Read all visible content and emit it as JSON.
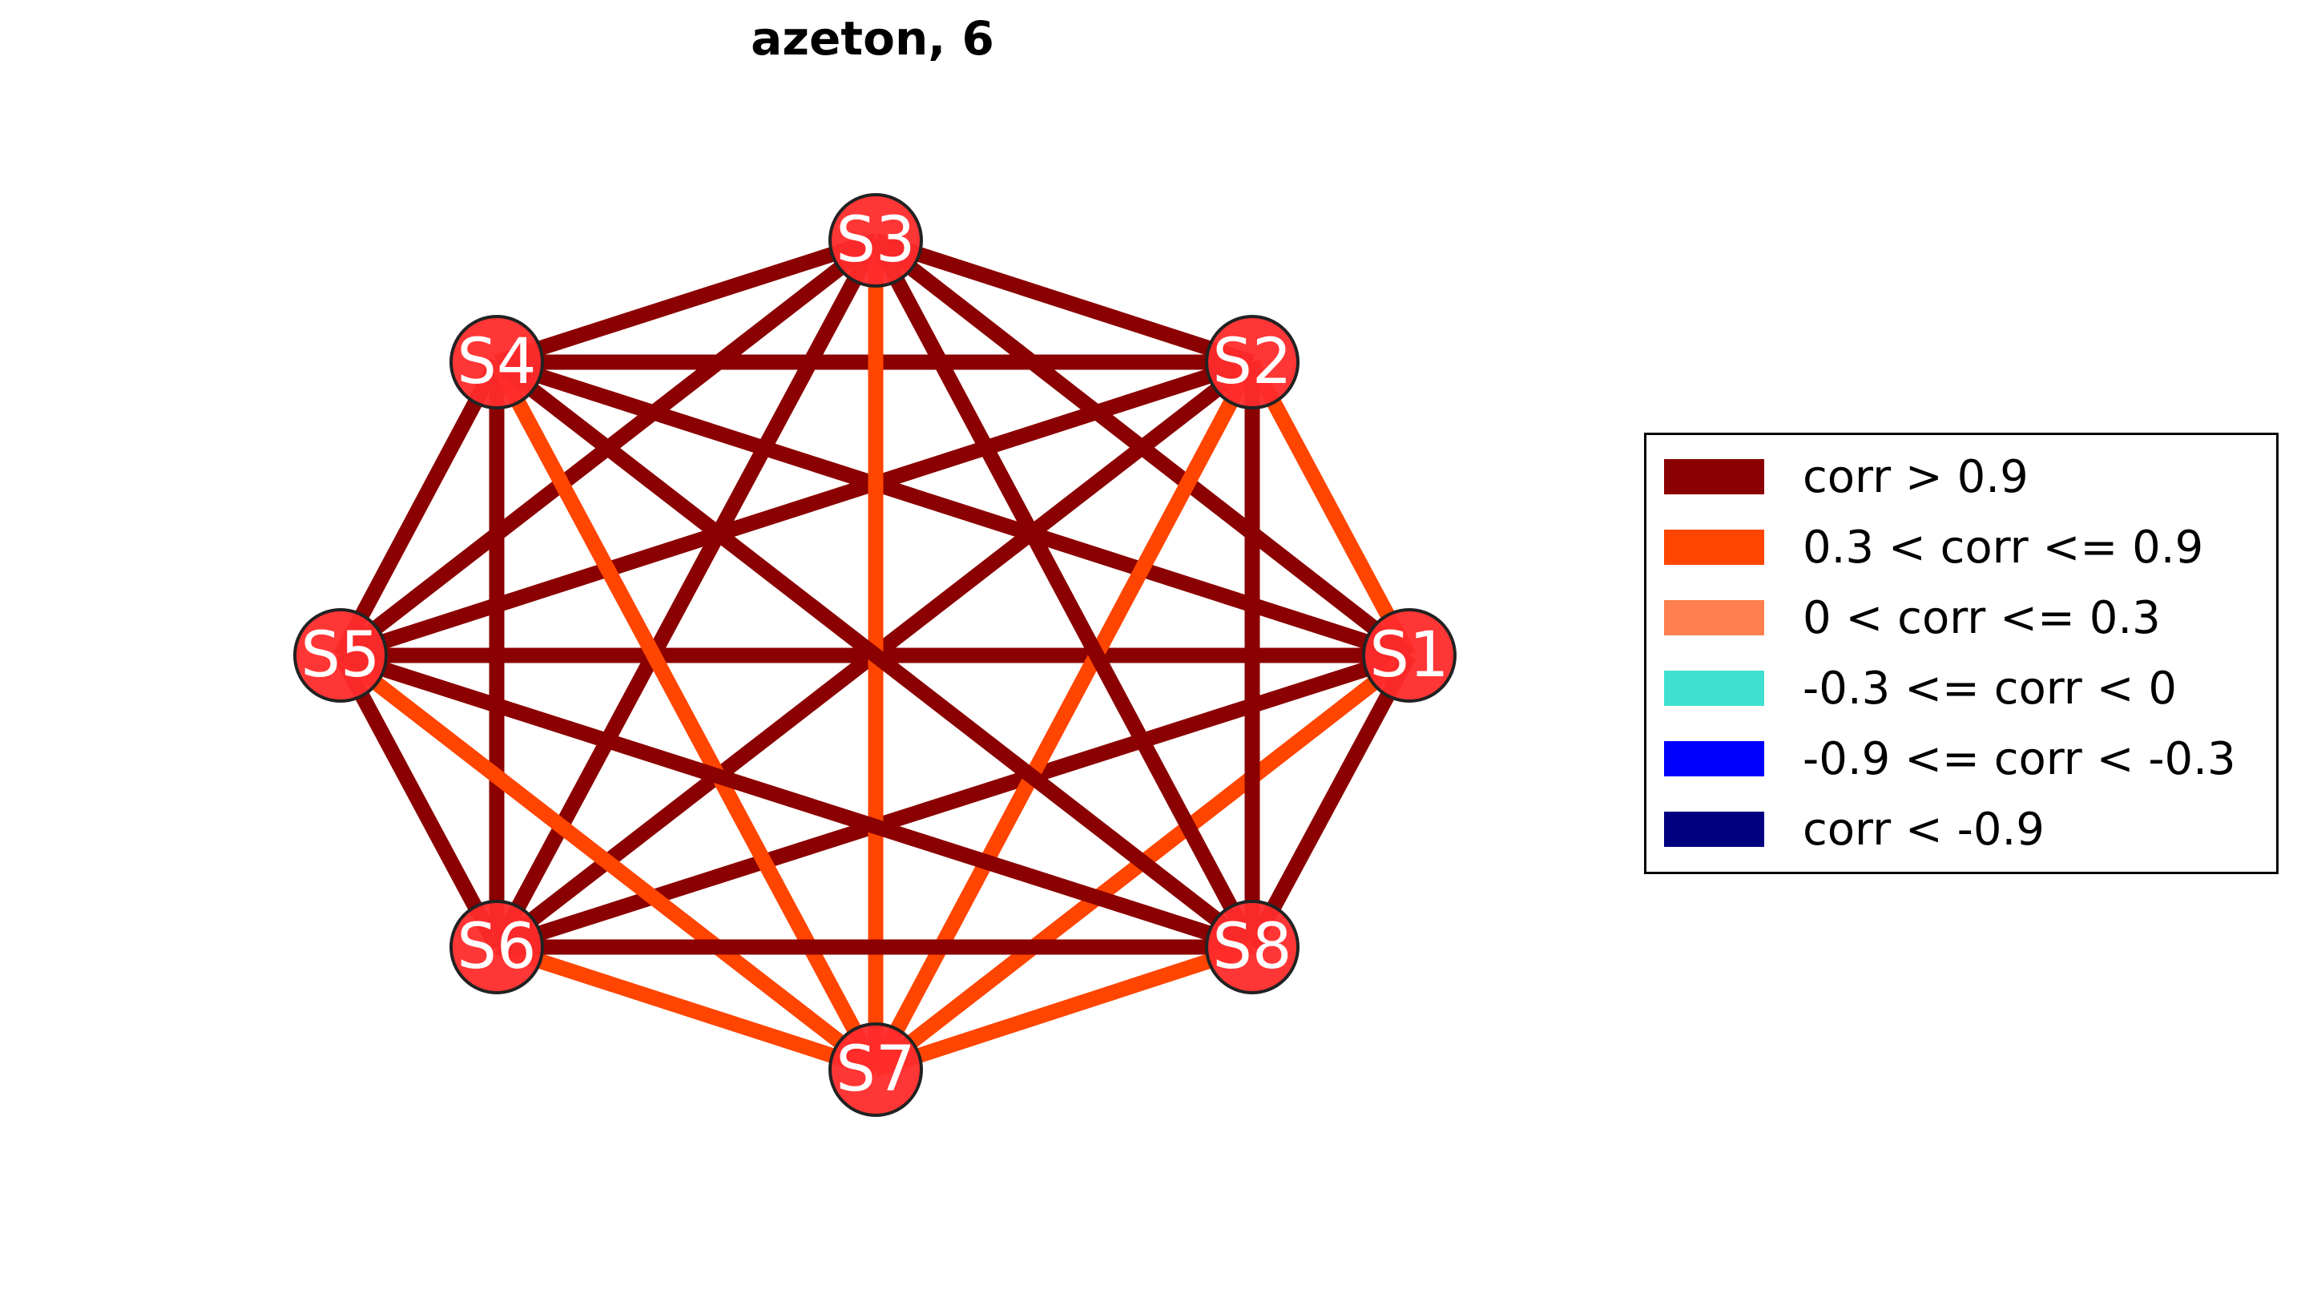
{
  "title": "azeton, 6",
  "colors": {
    "strong_pos": "#8b0000",
    "mid_pos": "#ff4500",
    "weak_pos": "#ff7f50",
    "weak_neg": "#40e0d0",
    "mid_neg": "#0000ff",
    "strong_neg": "#000080",
    "node_fill": "#ff2b2b",
    "node_stroke": "#222222"
  },
  "nodes": [
    {
      "id": "S1",
      "label": "S1"
    },
    {
      "id": "S2",
      "label": "S2"
    },
    {
      "id": "S3",
      "label": "S3"
    },
    {
      "id": "S4",
      "label": "S4"
    },
    {
      "id": "S5",
      "label": "S5"
    },
    {
      "id": "S6",
      "label": "S6"
    },
    {
      "id": "S7",
      "label": "S7"
    },
    {
      "id": "S8",
      "label": "S8"
    }
  ],
  "edges": [
    {
      "from": "S1",
      "to": "S2",
      "category": "mid_pos"
    },
    {
      "from": "S1",
      "to": "S3",
      "category": "strong_pos"
    },
    {
      "from": "S1",
      "to": "S4",
      "category": "strong_pos"
    },
    {
      "from": "S1",
      "to": "S5",
      "category": "strong_pos"
    },
    {
      "from": "S1",
      "to": "S6",
      "category": "strong_pos"
    },
    {
      "from": "S1",
      "to": "S7",
      "category": "mid_pos"
    },
    {
      "from": "S1",
      "to": "S8",
      "category": "strong_pos"
    },
    {
      "from": "S2",
      "to": "S3",
      "category": "strong_pos"
    },
    {
      "from": "S2",
      "to": "S4",
      "category": "strong_pos"
    },
    {
      "from": "S2",
      "to": "S5",
      "category": "strong_pos"
    },
    {
      "from": "S2",
      "to": "S6",
      "category": "strong_pos"
    },
    {
      "from": "S2",
      "to": "S7",
      "category": "mid_pos"
    },
    {
      "from": "S2",
      "to": "S8",
      "category": "strong_pos"
    },
    {
      "from": "S3",
      "to": "S4",
      "category": "strong_pos"
    },
    {
      "from": "S3",
      "to": "S5",
      "category": "strong_pos"
    },
    {
      "from": "S3",
      "to": "S6",
      "category": "strong_pos"
    },
    {
      "from": "S3",
      "to": "S7",
      "category": "mid_pos"
    },
    {
      "from": "S3",
      "to": "S8",
      "category": "strong_pos"
    },
    {
      "from": "S4",
      "to": "S5",
      "category": "strong_pos"
    },
    {
      "from": "S4",
      "to": "S6",
      "category": "strong_pos"
    },
    {
      "from": "S4",
      "to": "S7",
      "category": "mid_pos"
    },
    {
      "from": "S4",
      "to": "S8",
      "category": "strong_pos"
    },
    {
      "from": "S5",
      "to": "S6",
      "category": "strong_pos"
    },
    {
      "from": "S5",
      "to": "S7",
      "category": "mid_pos"
    },
    {
      "from": "S5",
      "to": "S8",
      "category": "strong_pos"
    },
    {
      "from": "S6",
      "to": "S7",
      "category": "mid_pos"
    },
    {
      "from": "S6",
      "to": "S8",
      "category": "strong_pos"
    },
    {
      "from": "S7",
      "to": "S8",
      "category": "mid_pos"
    }
  ],
  "legend": {
    "items": [
      {
        "label": "corr > 0.9",
        "category": "strong_pos"
      },
      {
        "label": "0.3 < corr <= 0.9",
        "category": "mid_pos"
      },
      {
        "label": "0 < corr <= 0.3",
        "category": "weak_pos"
      },
      {
        "label": "-0.3 <= corr < 0",
        "category": "weak_neg"
      },
      {
        "label": "-0.9 <= corr < -0.3",
        "category": "mid_neg"
      },
      {
        "label": "corr < -0.9",
        "category": "strong_neg"
      }
    ]
  }
}
